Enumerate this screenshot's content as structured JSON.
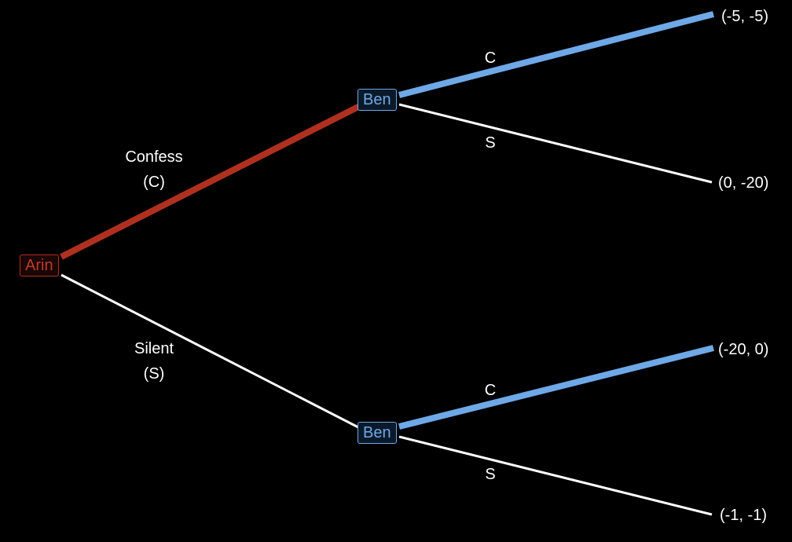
{
  "colors": {
    "background": "#000000",
    "player1": "#b03020",
    "player2": "#6fa8e6",
    "edge_default": "#ffffff"
  },
  "nodes": {
    "root": {
      "label": "Arin"
    },
    "ben_top": {
      "label": "Ben"
    },
    "ben_bottom": {
      "label": "Ben"
    }
  },
  "edges": {
    "arin_confess": {
      "label_line1": "Confess",
      "label_line2": "(C)",
      "highlighted": true
    },
    "arin_silent": {
      "label_line1": "Silent",
      "label_line2": "(S)",
      "highlighted": false
    },
    "top_c": {
      "label": "C",
      "highlighted": true
    },
    "top_s": {
      "label": "S",
      "highlighted": false
    },
    "bottom_c": {
      "label": "C",
      "highlighted": true
    },
    "bottom_s": {
      "label": "S",
      "highlighted": false
    }
  },
  "payoffs": {
    "cc": "(-5, -5)",
    "cs": "(0, -20)",
    "sc": "(-20, 0)",
    "ss": "(-1, -1)"
  }
}
